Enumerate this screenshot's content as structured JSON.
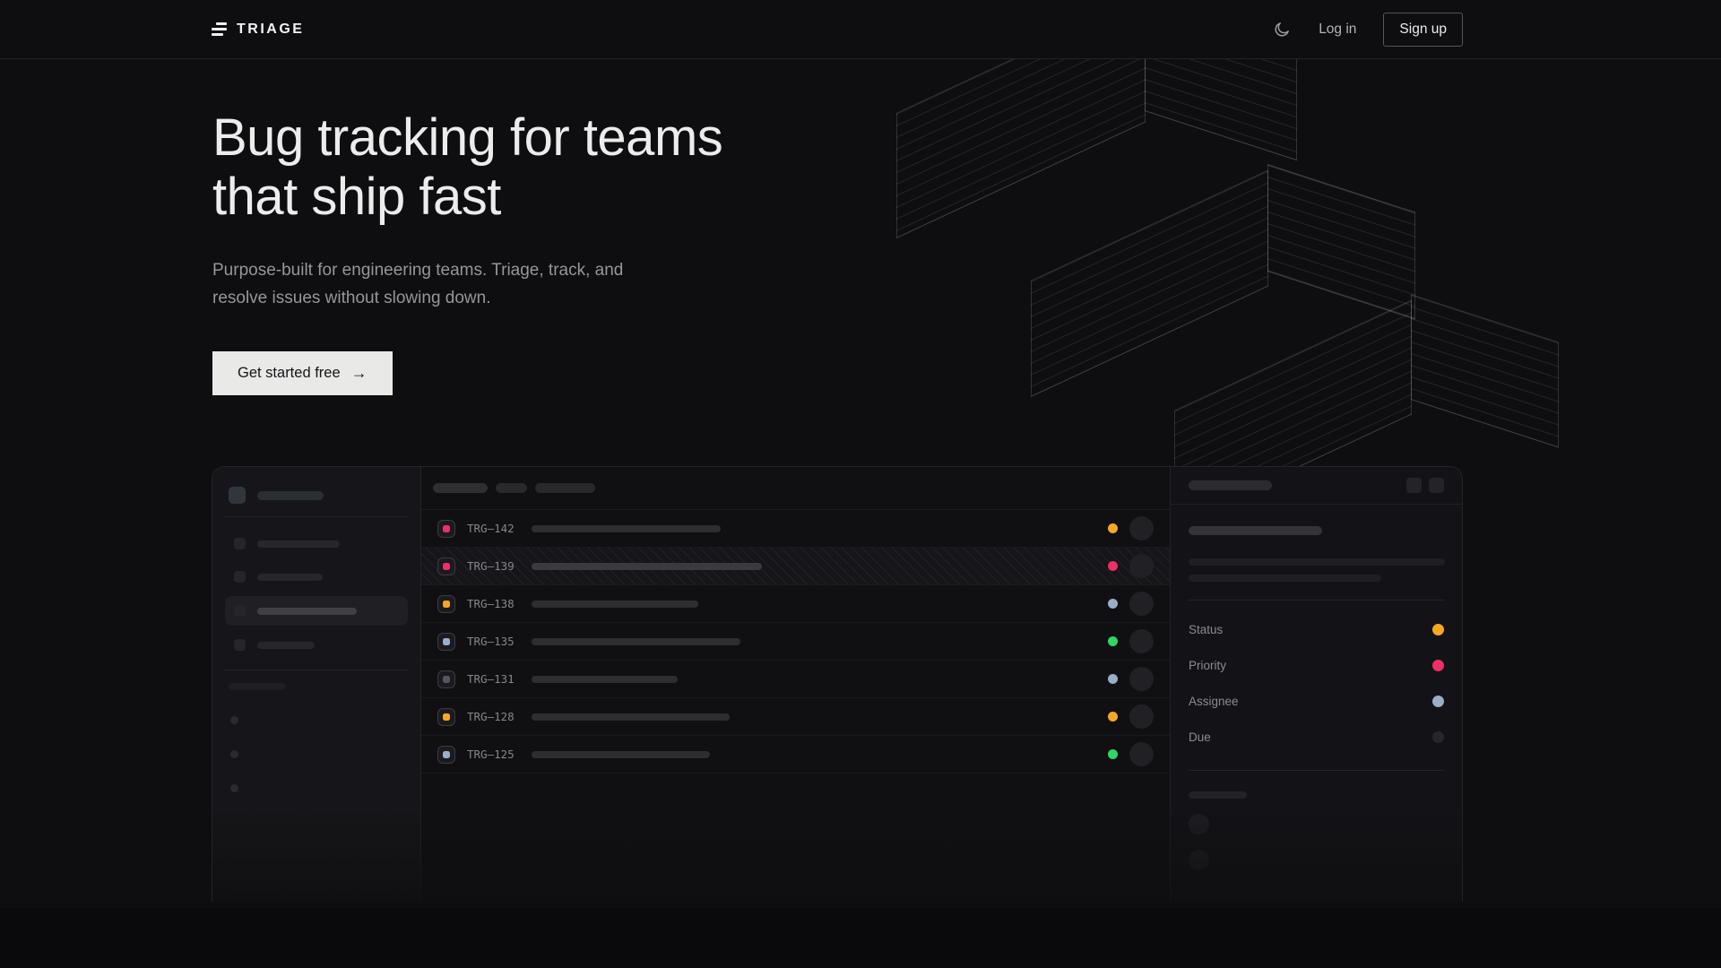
{
  "nav": {
    "brand": "TRIAGE",
    "theme_icon": "moon",
    "login_label": "Log in",
    "signup_label": "Sign up"
  },
  "hero": {
    "title_line1": "Bug tracking for teams",
    "title_line2": "that ship fast",
    "subtitle_line1": "Purpose-built for engineering teams. Triage, track, and",
    "subtitle_line2": "resolve issues without slowing down.",
    "cta_label": "Get started free",
    "cta_arrow": "→"
  },
  "app_preview": {
    "issues": [
      {
        "id": "TRG–142",
        "icon_color": "#ee2f68",
        "status_color": "#f7a823",
        "title_w": 211,
        "highlighted": false
      },
      {
        "id": "TRG–139",
        "icon_color": "#ee2f68",
        "status_color": "#ee2f68",
        "title_w": 257,
        "highlighted": true
      },
      {
        "id": "TRG–138",
        "icon_color": "#f7a823",
        "status_color": "#9aaec7",
        "title_w": 186,
        "highlighted": false
      },
      {
        "id": "TRG–135",
        "icon_color": "#9aaec7",
        "status_color": "#2fd566",
        "title_w": 233,
        "highlighted": false
      },
      {
        "id": "TRG–131",
        "icon_color": "#56565e",
        "status_color": "#9aaec7",
        "title_w": 163,
        "highlighted": false
      },
      {
        "id": "TRG–128",
        "icon_color": "#f7a823",
        "status_color": "#f7a823",
        "title_w": 221,
        "highlighted": false
      },
      {
        "id": "TRG–125",
        "icon_color": "#9aaec7",
        "status_color": "#2fd566",
        "title_w": 199,
        "highlighted": false
      }
    ],
    "detail_fields": [
      {
        "label": "Status",
        "color": "#f7a823"
      },
      {
        "label": "Priority",
        "color": "#ee2f68"
      },
      {
        "label": "Assignee",
        "color": "#9aaec7"
      },
      {
        "label": "Due",
        "color": "#26262b"
      }
    ]
  },
  "colors": {
    "background": "#0e0e10",
    "card_background": "#101013",
    "accent_pink": "#ee2f68",
    "accent_amber": "#f7a823",
    "accent_green": "#2fd566",
    "accent_blue": "#9aaec7"
  }
}
